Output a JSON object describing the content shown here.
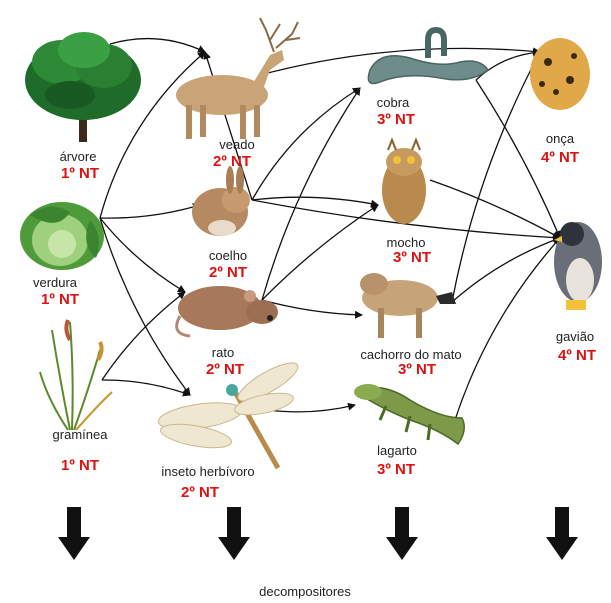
{
  "organisms": [
    {
      "id": "arvore",
      "name": "árvore",
      "level": "1º NT",
      "icon": "tree-icon"
    },
    {
      "id": "verdura",
      "name": "verdura",
      "level": "1º NT",
      "icon": "cabbage-icon"
    },
    {
      "id": "graminea",
      "name": "gramínea",
      "level": "1º NT",
      "icon": "grass-icon"
    },
    {
      "id": "veado",
      "name": "veado",
      "level": "2º NT",
      "icon": "deer-icon"
    },
    {
      "id": "coelho",
      "name": "coelho",
      "level": "2º NT",
      "icon": "rabbit-icon"
    },
    {
      "id": "rato",
      "name": "rato",
      "level": "2º NT",
      "icon": "rat-icon"
    },
    {
      "id": "inseto",
      "name": "inseto herbívoro",
      "level": "2º NT",
      "icon": "dragonfly-icon"
    },
    {
      "id": "cobra",
      "name": "cobra",
      "level": "3º NT",
      "icon": "snake-icon"
    },
    {
      "id": "mocho",
      "name": "mocho",
      "level": "3º NT",
      "icon": "owl-icon"
    },
    {
      "id": "cachorro",
      "name": "cachorro do mato",
      "level": "3º NT",
      "icon": "bush-dog-icon"
    },
    {
      "id": "lagarto",
      "name": "lagarto",
      "level": "3º NT",
      "icon": "lizard-icon"
    },
    {
      "id": "onca",
      "name": "onça",
      "level": "4º NT",
      "icon": "jaguar-icon"
    },
    {
      "id": "gaviao",
      "name": "gavião",
      "level": "4º NT",
      "icon": "falcon-icon"
    }
  ],
  "links": [
    [
      "arvore",
      "veado"
    ],
    [
      "verdura",
      "veado"
    ],
    [
      "verdura",
      "coelho"
    ],
    [
      "verdura",
      "rato"
    ],
    [
      "verdura",
      "inseto"
    ],
    [
      "graminea",
      "rato"
    ],
    [
      "graminea",
      "inseto"
    ],
    [
      "coelho",
      "veado"
    ],
    [
      "veado",
      "onca"
    ],
    [
      "coelho",
      "cobra"
    ],
    [
      "coelho",
      "mocho"
    ],
    [
      "coelho",
      "gaviao"
    ],
    [
      "rato",
      "cobra"
    ],
    [
      "rato",
      "mocho"
    ],
    [
      "rato",
      "cachorro"
    ],
    [
      "inseto",
      "lagarto"
    ],
    [
      "cobra",
      "onca"
    ],
    [
      "cobra",
      "gaviao"
    ],
    [
      "mocho",
      "gaviao"
    ],
    [
      "cachorro",
      "onca"
    ],
    [
      "cachorro",
      "gaviao"
    ],
    [
      "lagarto",
      "gaviao"
    ]
  ],
  "decomposers_label": "decompositores",
  "colors": {
    "level": "#e01010",
    "arrow": "#111111"
  }
}
